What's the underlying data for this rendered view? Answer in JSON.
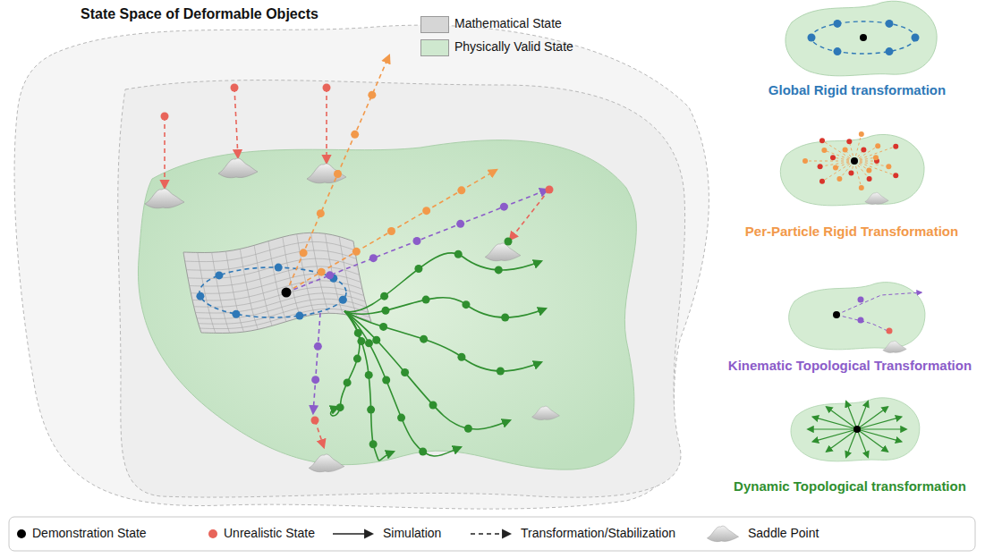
{
  "diagram": {
    "title": "State Space of Deformable Objects",
    "labels": [
      "Global Rigid transformation",
      "Per-Particle Rigid Transformation",
      "Kinematic Topological Transformation",
      "Dynamic Topological transformation"
    ],
    "legend": [
      {
        "text": "Mathematical State",
        "color": "#d6d6d6"
      },
      {
        "text": "Physically Valid State",
        "color": "#cfe8cf"
      },
      {
        "text": "Demonstration State",
        "color": "#000000"
      },
      {
        "text": "Unrealistic State",
        "color": "#e8645a"
      },
      {
        "text": "Simulation"
      },
      {
        "text": "Transformation/Stabilization"
      },
      {
        "text": "Saddle Point"
      }
    ]
  }
}
